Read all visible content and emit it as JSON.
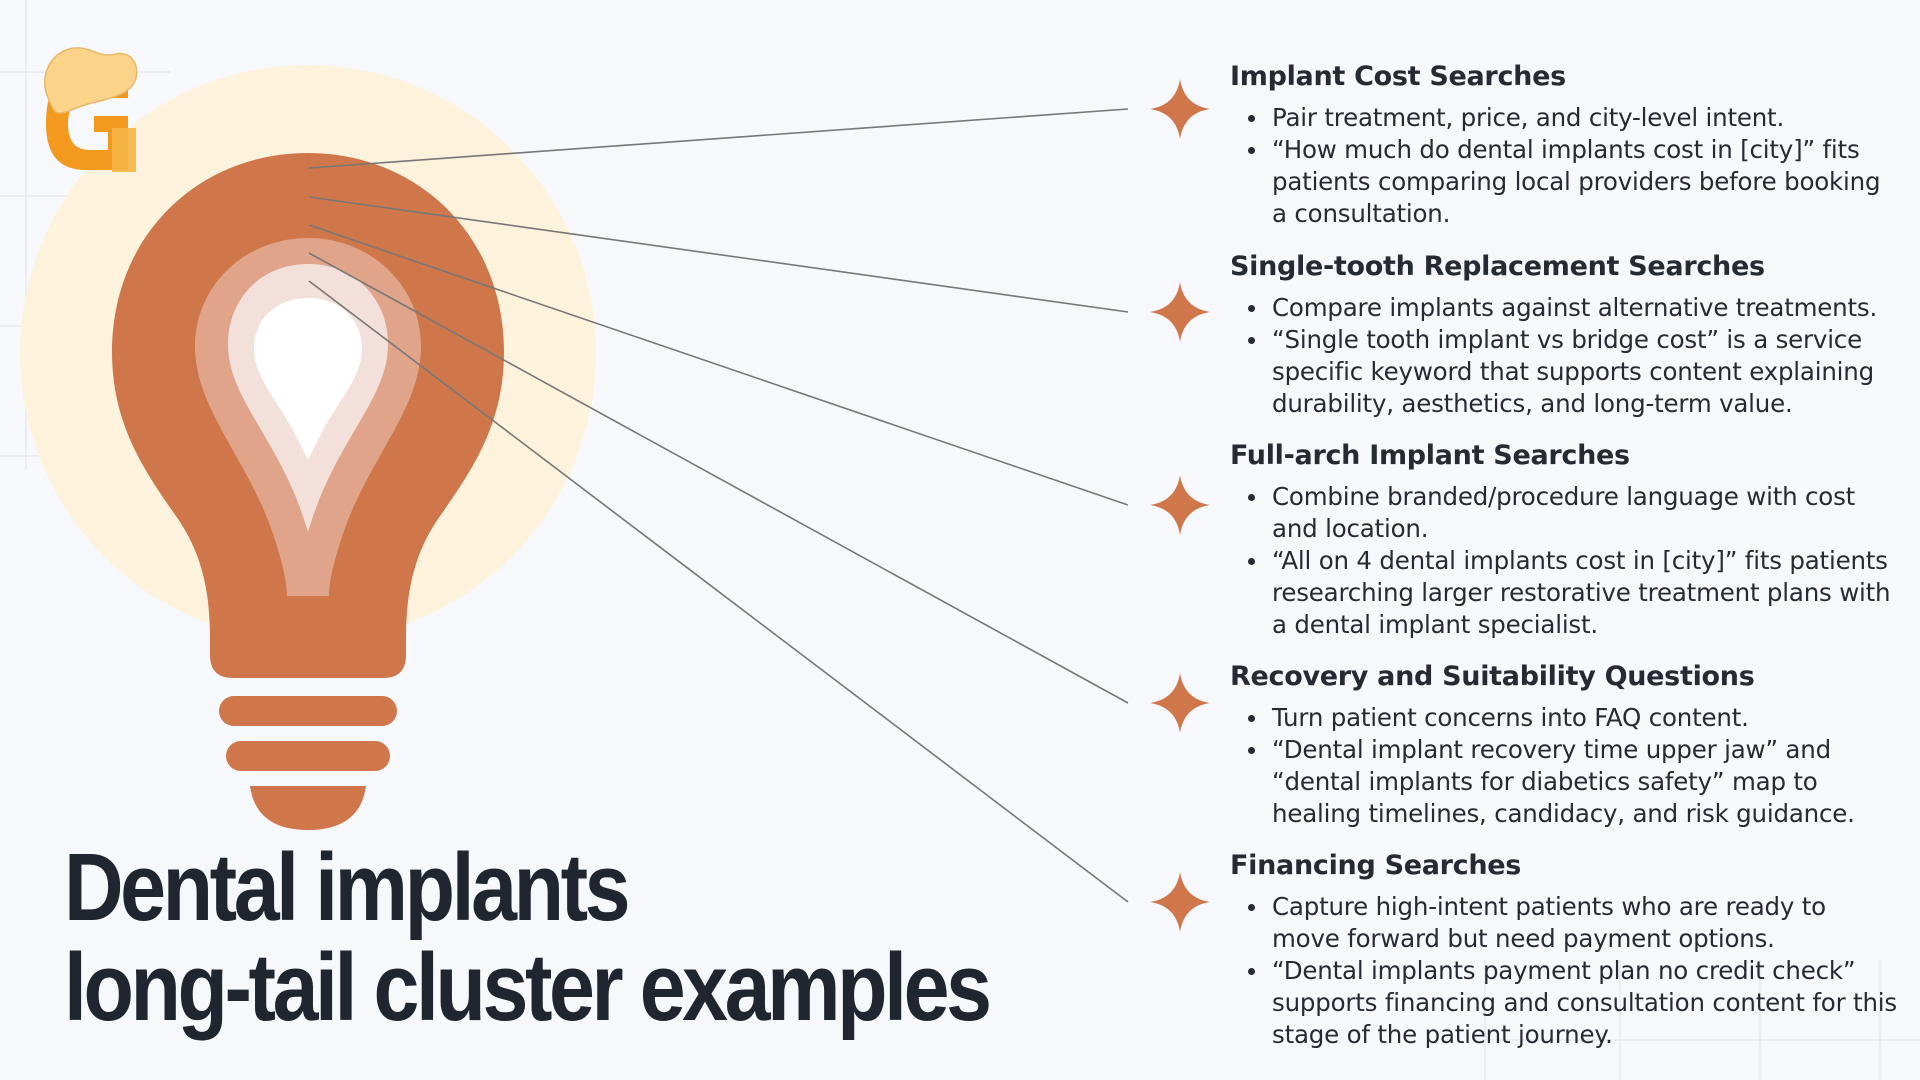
{
  "headline": {
    "line1": "Dental implants",
    "line2": "long-tail cluster examples"
  },
  "icons": {
    "logo": "tooth-g-logo-icon",
    "bulb": "lightbulb-icon",
    "marker": "four-point-star-icon"
  },
  "colors": {
    "accent": "#cf764a",
    "bulb_inner_light": "#e0a48a",
    "bulb_core": "#f3e0da",
    "glow": "#fdf3dc",
    "logo_orange": "#f39a1e",
    "logo_tooth": "#fbd48a",
    "connector": "#777777",
    "text": "#262b33",
    "background": "#f7f8fc"
  },
  "clusters": [
    {
      "title": "Implant Cost Searches",
      "bullets": [
        "Pair treatment, price, and city-level intent.",
        "“How much do dental implants cost in [city]” fits patients comparing local providers before booking a consultation."
      ]
    },
    {
      "title": "Single-tooth Replacement Searches",
      "bullets": [
        "Compare implants against alternative treatments.",
        "“Single tooth implant vs bridge cost” is a service specific keyword that supports content explaining durability, aesthetics, and long-term value."
      ]
    },
    {
      "title": "Full-arch Implant Searches",
      "bullets": [
        "Combine branded/procedure language with cost and location.",
        "“All on 4 dental implants cost in [city]” fits patients researching larger restorative treatment plans with a dental implant specialist."
      ]
    },
    {
      "title": "Recovery and Suitability Questions",
      "bullets": [
        "Turn patient concerns into FAQ content.",
        "“Dental implant recovery time upper jaw” and “dental implants for diabetics safety” map to healing timelines, candidacy, and risk guidance."
      ]
    },
    {
      "title": "Financing Searches",
      "bullets": [
        "Capture high-intent patients who are ready to move forward but need payment options.",
        "“Dental implants payment plan no credit check” supports financing and consultation content for this stage of the patient journey."
      ]
    }
  ]
}
